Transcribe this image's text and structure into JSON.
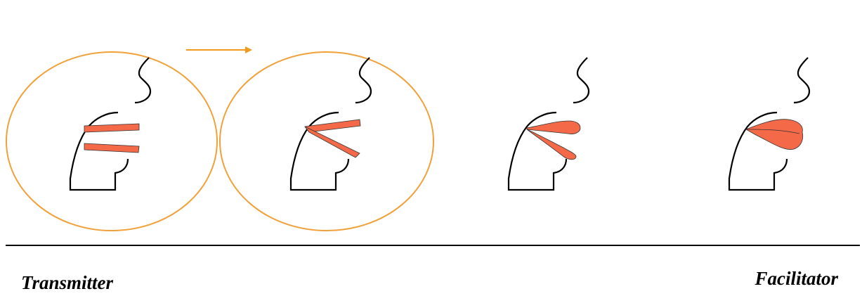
{
  "labels": {
    "left": "Transmitter",
    "right": "Facilitator"
  },
  "colors": {
    "highlight_ring": "#F0A13A",
    "arrow": "#F39A1E",
    "lip_fill": "#F46A48",
    "outline": "#000000"
  },
  "stages": [
    {
      "id": "stage-1",
      "lip_form": "parallel-bars",
      "highlighted": true
    },
    {
      "id": "stage-2",
      "lip_form": "open-wedge",
      "highlighted": true
    },
    {
      "id": "stage-3",
      "lip_form": "parted-lips",
      "highlighted": false
    },
    {
      "id": "stage-4",
      "lip_form": "closed-full-lips",
      "highlighted": false
    }
  ],
  "icons": [
    "right-arrow-icon"
  ]
}
